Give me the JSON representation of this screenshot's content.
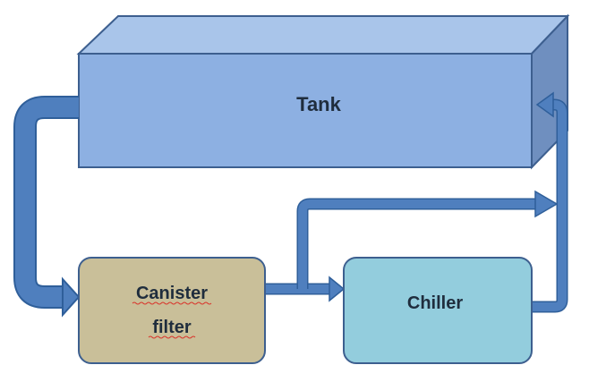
{
  "diagram": {
    "tank": {
      "label": "Tank"
    },
    "canister_filter": {
      "line1": "Canister",
      "line2": "filter"
    },
    "chiller": {
      "label": "Chiller"
    }
  },
  "colors": {
    "tank_front": "#8db0e2",
    "tank_top": "#a9c5ea",
    "tank_side": "#6f8fbf",
    "tank_border": "#3d5f8f",
    "filter_fill": "#c9bf99",
    "chiller_fill": "#93cddd",
    "box_border": "#3d5f8f",
    "pipe": "#4f7fbe",
    "pipe_outline": "#2f5f9a"
  }
}
